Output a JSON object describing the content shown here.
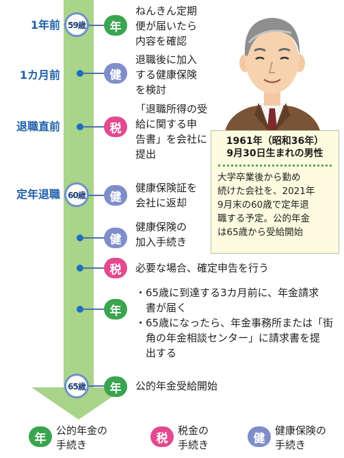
{
  "timeline": [
    {
      "time": "1年前",
      "age": "59歳",
      "badge": "年",
      "type": "nen",
      "text": "ねんきん定期\n便が届いたら\n内容を確認"
    },
    {
      "time": "1カ月前",
      "age": "",
      "badge": "健",
      "type": "ken",
      "text": "退職後に加入\nする健康保険\nを検討"
    },
    {
      "time": "退職直前",
      "age": "",
      "badge": "税",
      "type": "zei",
      "text": "「退職所得の受\n給に関する申\n告書」を会社に\n提出"
    },
    {
      "time": "定年退職",
      "age": "60歳",
      "badge": "健",
      "type": "ken",
      "text": "健康保険証を\n会社に返却"
    },
    {
      "time": "",
      "age": "",
      "badge": "健",
      "type": "ken",
      "text": "健康保険の\n加入手続き"
    },
    {
      "time": "",
      "age": "",
      "badge": "税",
      "type": "zei",
      "text": "必要な場合、確定申告を行う"
    },
    {
      "time": "",
      "age": "",
      "badge": "年",
      "type": "nen",
      "text": "・65歳に到達する3カ月前に、年金請求\n　書が届く\n・65歳になったら、年金事務所または「街\n　角の年金相談センター」に請求書を提\n　出する"
    },
    {
      "time": "",
      "age": "65歳",
      "badge": "年",
      "type": "nen",
      "text": "公的年金受給開始"
    }
  ],
  "profile": {
    "title": "1961年（昭和36年）\n9月30日生まれの男性",
    "body": "大学卒業後から勤め\n続けた会社を、2021年\n9月末の60歳で定年退\n職する予定。公的年金\nは65歳から受給開始"
  },
  "legend": [
    {
      "badge": "年",
      "type": "nen",
      "label": "公的年金の\n手続き"
    },
    {
      "badge": "税",
      "type": "zei",
      "label": "税金の\n手続き"
    },
    {
      "badge": "健",
      "type": "ken",
      "label": "健康保険の\n手続き"
    }
  ],
  "colors": {
    "arrow": "#a9d48a",
    "nen": "#3aa450",
    "zei": "#e2498f",
    "ken": "#7f8ec9",
    "time_label": "#1f5fa8"
  }
}
